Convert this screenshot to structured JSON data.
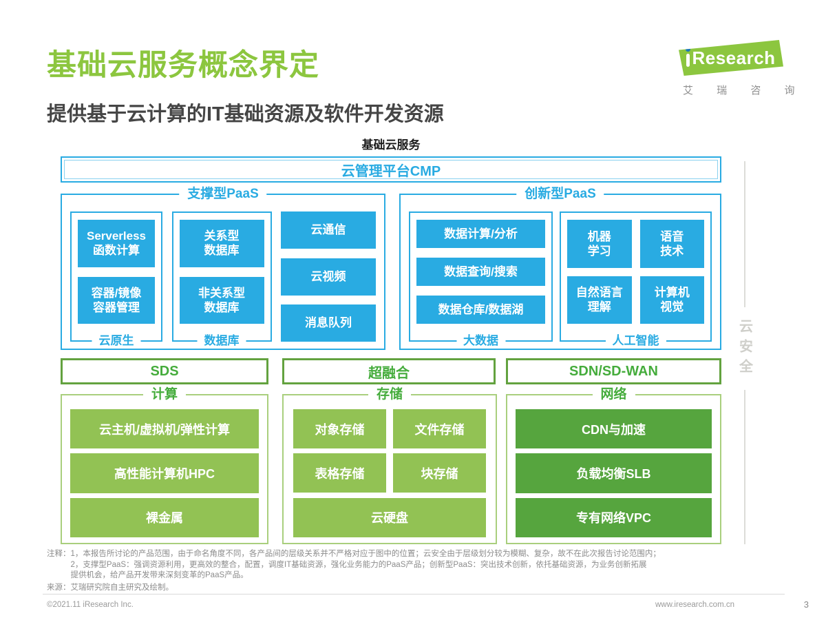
{
  "header": {
    "title": "基础云服务概念界定",
    "subtitle": "提供基于云计算的IT基础资源及软件开发资源"
  },
  "logo": {
    "brand_text": "Research",
    "brand_cn": "艾 瑞 咨 询"
  },
  "diagram": {
    "title": "基础云服务",
    "cmp_label": "云管理平台CMP",
    "cloud_security_label": "云安全",
    "paas_support": {
      "label": "支撑型PaaS",
      "groups": [
        {
          "label": "云原生",
          "items": [
            "Serverless\n函数计算",
            "容器/镜像\n容器管理"
          ]
        },
        {
          "label": "数据库",
          "items": [
            "关系型\n数据库",
            "非关系型\n数据库"
          ]
        }
      ],
      "standalone_items": [
        "云通信",
        "云视频",
        "消息队列"
      ]
    },
    "paas_innovation": {
      "label": "创新型PaaS",
      "bigdata": {
        "label": "大数据",
        "items": [
          "数据计算/分析",
          "数据查询/搜索",
          "数据仓库/数据湖"
        ]
      },
      "ai": {
        "label": "人工智能",
        "items": [
          "机器\n学习",
          "语音\n技术",
          "自然语言\n理解",
          "计算机\n视觉"
        ]
      }
    },
    "virtualization_row": [
      "SDS",
      "超融合",
      "SDN/SD-WAN"
    ],
    "iaas_sections": [
      {
        "label": "计算",
        "items": [
          "云主机/虚拟机/弹性计算",
          "高性能计算机HPC",
          "裸金属"
        ]
      },
      {
        "label": "存储",
        "items": [
          "对象存储",
          "文件存储",
          "表格存储",
          "块存储",
          "云硬盘"
        ]
      },
      {
        "label": "网络",
        "items": [
          "CDN与加速",
          "负载均衡SLB",
          "专有网络VPC"
        ]
      }
    ]
  },
  "notes": {
    "label": "注释：",
    "line1": "1，本报告所讨论的产品范围，由于命名角度不同，各产品间的层级关系并不严格对应于图中的位置；云安全由于层级划分较为模糊、复杂，故不在此次报告讨论范围内；",
    "line2": "2，支撑型PaaS：强调资源利用，更高效的整合，配置，调度IT基础资源，强化业务能力的PaaS产品；创新型PaaS：突出技术创新，依托基础资源，为业务创新拓展",
    "line3": "提供机会，给产品开发带来深刻变革的PaaS产品。",
    "source": "来源：艾瑞研究院自主研究及绘制。"
  },
  "footer": {
    "copyright": "©2021.11 iResearch Inc.",
    "website": "www.iresearch.com.cn",
    "page_number": "3"
  },
  "colors": {
    "blue": "#29ABE2",
    "green_brand": "#8CC63F",
    "green_label": "#45AC3C",
    "green_border_mid": "#63A23F",
    "green_border_light": "#A9CF7D",
    "green_fill_light": "#92C254",
    "green_fill_dark": "#56A53E",
    "gray_line": "#DCDCD8",
    "gray_security_text": "#CFCFCA",
    "text_dark": "#454545",
    "text_note": "#8C8C8C"
  }
}
